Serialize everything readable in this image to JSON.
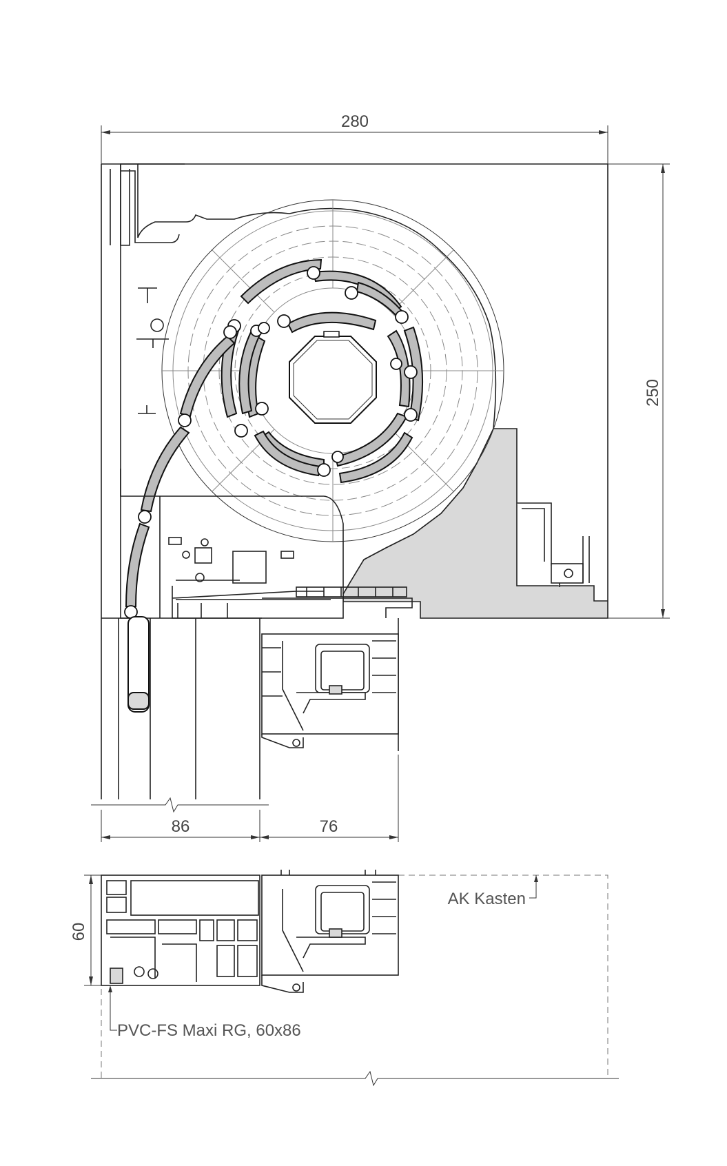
{
  "dimensions": {
    "box_width": "280",
    "box_height": "250",
    "sub_width": "86",
    "frame_width": "76",
    "sub_height": "60"
  },
  "labels": {
    "housing": "AK Kasten",
    "subframe": "PVC-FS Maxi RG, 60x86"
  },
  "colors": {
    "housing_fill": "#d9d9d9",
    "slat_fill": "#bdbdbd",
    "line": "#222222"
  }
}
